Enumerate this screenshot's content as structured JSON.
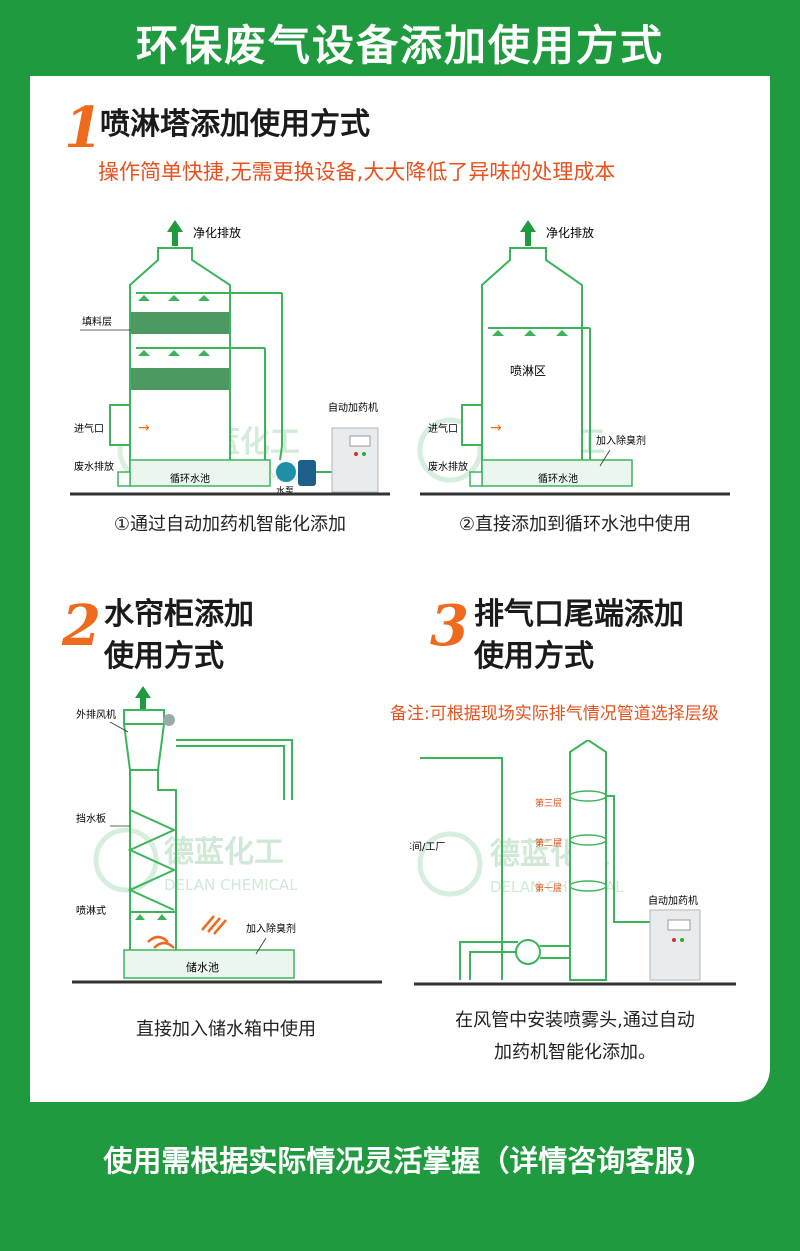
{
  "header": {
    "title": "环保废气设备添加使用方式"
  },
  "section1": {
    "number": "1",
    "title": "喷淋塔添加使用方式",
    "subtitle": "操作简单快捷,无需更换设备,大大降低了异味的处理成本",
    "left": {
      "outlet": "净化排放",
      "packing": "填料层",
      "inlet": "进气口",
      "drain": "废水排放",
      "pool": "循环水池",
      "pump": "水泵",
      "machine": "自动加药机",
      "caption": "①通过自动加药机智能化添加"
    },
    "right": {
      "outlet": "净化排放",
      "spray_zone": "喷淋区",
      "inlet": "进气口",
      "drain": "废水排放",
      "pool": "循环水池",
      "add": "加入除臭剂",
      "caption": "②直接添加到循环水池中使用"
    }
  },
  "section2": {
    "number": "2",
    "title_line1": "水帘柜添加",
    "title_line2": "使用方式",
    "fan": "外排风机",
    "baffle": "挡水板",
    "spray": "喷淋式",
    "add": "加入除臭剂",
    "tank": "储水池",
    "caption": "直接加入储水箱中使用"
  },
  "section3": {
    "number": "3",
    "title_line1": "排气口尾端添加",
    "title_line2": "使用方式",
    "note": "备注:可根据现场实际排气情况管道选择层级",
    "workshop": "车间/工厂",
    "layer3": "第三层",
    "layer2": "第二层",
    "layer1": "第一层",
    "machine": "自动加药机",
    "caption_line1": "在风管中安装喷雾头,通过自动",
    "caption_line2": "加药机智能化添加。"
  },
  "watermark": {
    "cn": "德蓝化工",
    "en": "DELAN CHEMICAL"
  },
  "footer": {
    "text": "使用需根据实际情况灵活掌握（详情咨询客服)"
  },
  "colors": {
    "green": "#1f9a3f",
    "orange": "#ef6a1d",
    "pipe": "#3bb55a",
    "watermark": "#bfe3c9"
  }
}
